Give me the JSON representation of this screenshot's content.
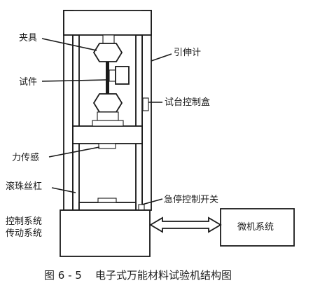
{
  "labels": {
    "clamp": "夹具",
    "specimen": "试件",
    "extensometer": "引伸计",
    "test_control_box": "试台控制盒",
    "load_sensor": "力传感",
    "ball_screw": "滚珠丝杠",
    "emergency_stop_switch": "急停控制开关",
    "control_system": "控制系统",
    "drive_system": "传动系统",
    "microcomputer_system": "微机系统"
  },
  "caption": {
    "figure_number": "图 6 - 5",
    "title": "电子式万能材料试验机结构图"
  },
  "colors": {
    "line": "#1a1a1a",
    "background": "#ffffff"
  }
}
